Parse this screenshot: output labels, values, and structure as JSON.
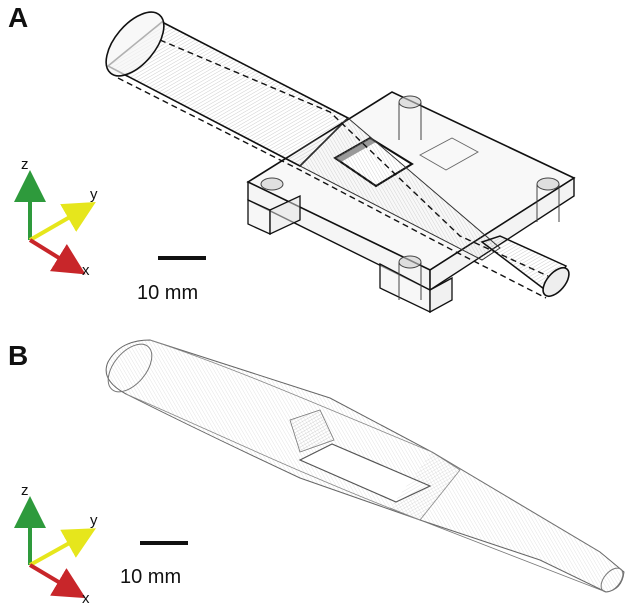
{
  "panels": [
    {
      "label": "A",
      "scale_bar": "10 mm",
      "axes": {
        "z": "z",
        "y": "y",
        "x": "x"
      }
    },
    {
      "label": "B",
      "scale_bar": "10 mm",
      "axes": {
        "z": "z",
        "y": "y",
        "x": "x"
      }
    }
  ],
  "colors": {
    "z_axis": "#2e9a3c",
    "y_axis": "#e6e61c",
    "x_axis": "#c8262a",
    "outline": "#111111",
    "mesh": "#9a9a9a"
  }
}
